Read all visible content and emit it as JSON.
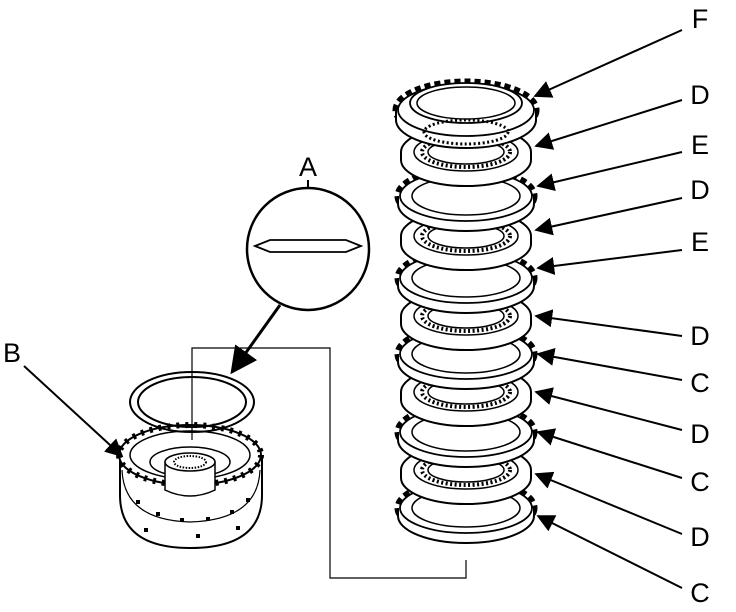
{
  "diagram": {
    "labels": [
      "F",
      "D",
      "E",
      "D",
      "E",
      "D",
      "C",
      "D",
      "C",
      "D",
      "C"
    ],
    "detail_label": "A",
    "drum_label": "B"
  }
}
